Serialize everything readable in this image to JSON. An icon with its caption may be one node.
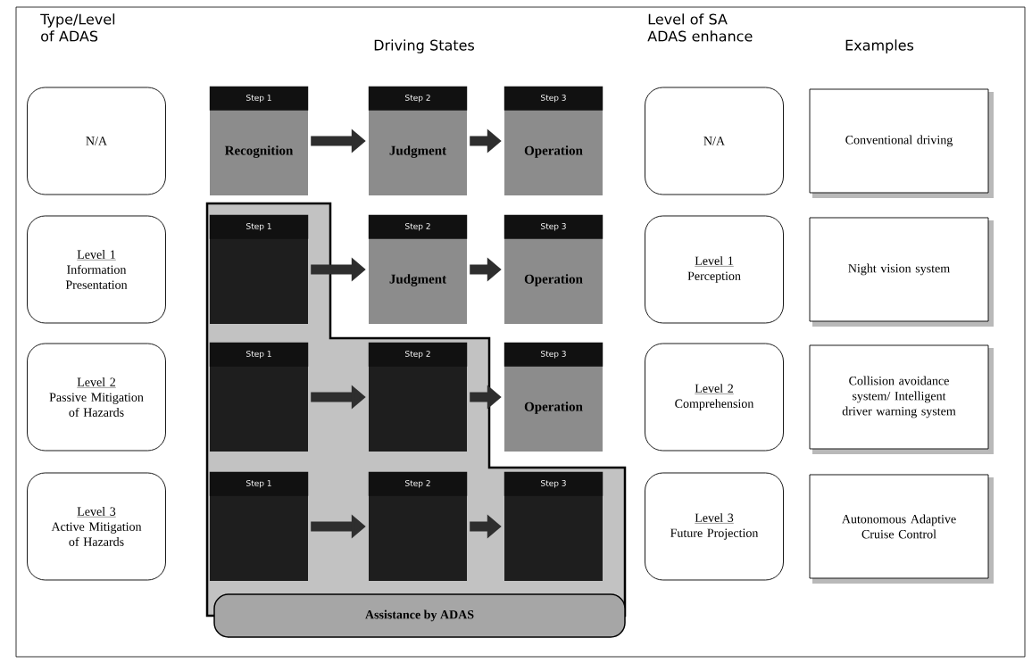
{
  "diagram": {
    "nodes": [
      {
        "text": [
          "Assistance by ADAS"
        ]
      },
      {
        "text": [
          "N/A"
        ]
      },
      {
        "text": [
          "Step 1",
          "Recognition"
        ]
      },
      {
        "text": [
          "Step 2",
          "Judgment"
        ]
      },
      {
        "text": [
          "Step 3",
          "Operation"
        ]
      },
      {
        "text": [
          "N/A"
        ]
      },
      {
        "text": [
          "Conventional driving"
        ]
      },
      {
        "text": [
          "Level 1",
          "Information Presentation"
        ]
      },
      {
        "text": [
          "Step 1"
        ],
        "in": 0
      },
      {
        "text": [
          "Step 2",
          "Judgment"
        ]
      },
      {
        "text": [
          "Step 3",
          "Operation"
        ]
      },
      {
        "text": [
          "Level 1",
          "Perception"
        ]
      },
      {
        "text": [
          "Night vision system"
        ]
      },
      {
        "text": [
          "Level 2",
          "Passive Mitigation of Hazards"
        ]
      },
      {
        "text": [
          "Step 1"
        ],
        "in": 0
      },
      {
        "text": [
          "Step 2"
        ],
        "in": 0
      },
      {
        "text": [
          "Step 3",
          "Operation"
        ]
      },
      {
        "text": [
          "Level 2",
          "Comprehension"
        ]
      },
      {
        "text": [
          "Collision avoidance system/ Intelligent driver warning system"
        ]
      },
      {
        "text": [
          "Level 3",
          "Active Mitigation of Hazards"
        ]
      },
      {
        "text": [
          "Step 1"
        ],
        "in": 0
      },
      {
        "text": [
          "Step 2"
        ],
        "in": 0
      },
      {
        "text": [
          "Step 3"
        ],
        "in": 0
      },
      {
        "text": [
          "Level 3",
          "Future Projection"
        ]
      },
      {
        "text": [
          "Autonomous Adaptive Cruise Control"
        ]
      }
    ],
    "edges": [
      {
        "from": 2,
        "to": 3,
        "arrow": "to"
      },
      {
        "from": 3,
        "to": 4,
        "arrow": "to"
      },
      {
        "from": 8,
        "to": 9,
        "arrow": "to"
      },
      {
        "from": 9,
        "to": 10,
        "arrow": "to"
      },
      {
        "from": 14,
        "to": 15,
        "arrow": "to"
      },
      {
        "from": 15,
        "to": 16,
        "arrow": "to"
      },
      {
        "from": 20,
        "to": 21,
        "arrow": "to"
      },
      {
        "from": 21,
        "to": 22,
        "arrow": "to"
      }
    ],
    "labels": [
      "Type/Level of ADAS",
      "Driving States",
      "Level of SA ADAS enhance",
      "Examples"
    ]
  }
}
